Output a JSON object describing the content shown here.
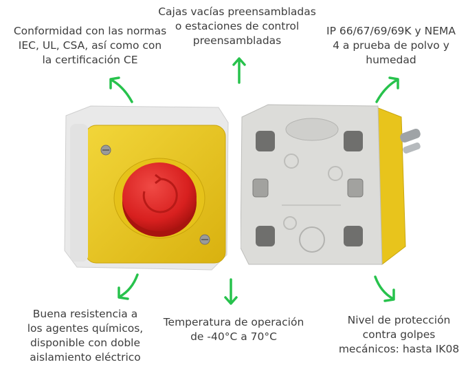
{
  "captions": {
    "top": "Cajas vacías preensambladas\no estaciones de control\npreensambladas",
    "top_left": "Conformidad con las normas\nIEC, UL, CSA, así como con\nla certificación CE",
    "top_right": "IP 66/67/69/69K y NEMA\n4 a prueba de polvo y\nhumedad",
    "bottom_left": "Buena resistencia a\nlos agentes químicos,\ndisponible con doble\naislamiento eléctrico",
    "bottom_middle": "Temperatura de operación\nde -40°C a 70°C",
    "bottom_right": "Nivel de protección\ncontra golpes\nmecánicos: hasta IK08"
  },
  "colors": {
    "arrow": "#27c24c",
    "enclosure_yellow": "#e8c21a",
    "enclosure_white": "#ebebeb",
    "button_red": "#e0242a",
    "back_gray": "#d9d9d6"
  },
  "icons": [
    "arrow-up",
    "arrow-up-left",
    "arrow-up-right",
    "arrow-down-left",
    "arrow-down",
    "arrow-down-right"
  ]
}
